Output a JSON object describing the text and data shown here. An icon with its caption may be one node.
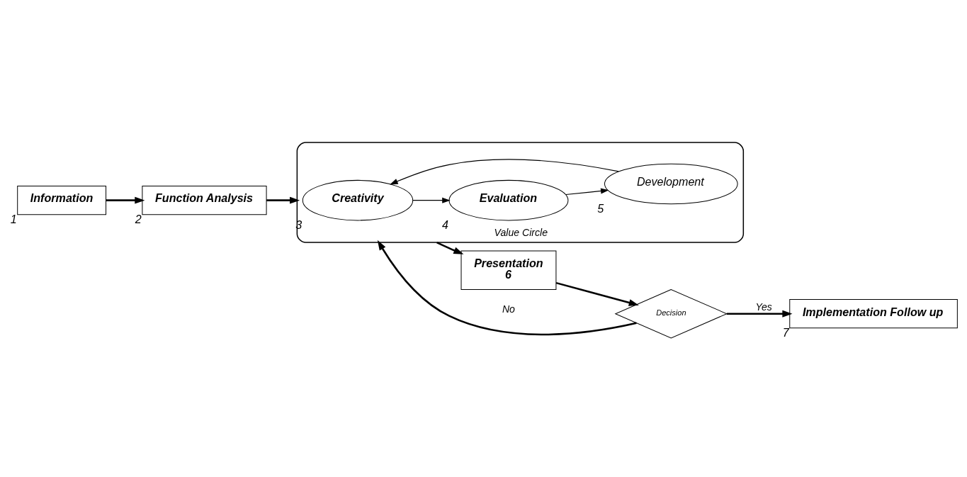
{
  "diagram": {
    "nodes": [
      {
        "text": [
          "Information"
        ],
        "beside": [
          "1"
        ]
      },
      {
        "text": [
          "Function Analysis"
        ],
        "beside": [
          "2"
        ]
      },
      {
        "text": [
          "Value Circle"
        ]
      },
      {
        "text": [
          "Creativity"
        ],
        "beside": [
          "3"
        ],
        "in": 2
      },
      {
        "text": [
          "Evaluation"
        ],
        "beside": [
          "4"
        ],
        "in": 2
      },
      {
        "text": [
          "Development"
        ],
        "beside": [
          "5"
        ],
        "in": 2
      },
      {
        "text": [
          "Presentation",
          "6"
        ]
      },
      {
        "text": [
          "Decision"
        ]
      },
      {
        "text": [
          "Implementation Follow up"
        ],
        "beside": [
          "7"
        ]
      }
    ],
    "edges": [
      {
        "from": 0,
        "to": 1,
        "arrow": "to"
      },
      {
        "from": 1,
        "to": 2,
        "arrow": "to"
      },
      {
        "from": 3,
        "to": 4,
        "arrow": "to"
      },
      {
        "from": 4,
        "to": 5,
        "arrow": "to"
      },
      {
        "from": 5,
        "to": 3,
        "arrow": "to"
      },
      {
        "from": 2,
        "to": 6,
        "arrow": "to"
      },
      {
        "from": 6,
        "to": 7,
        "arrow": "to"
      },
      {
        "from": 7,
        "to": 2,
        "label": "No",
        "arrow": "to"
      },
      {
        "from": 7,
        "to": 8,
        "label": "Yes",
        "arrow": "to"
      }
    ]
  }
}
